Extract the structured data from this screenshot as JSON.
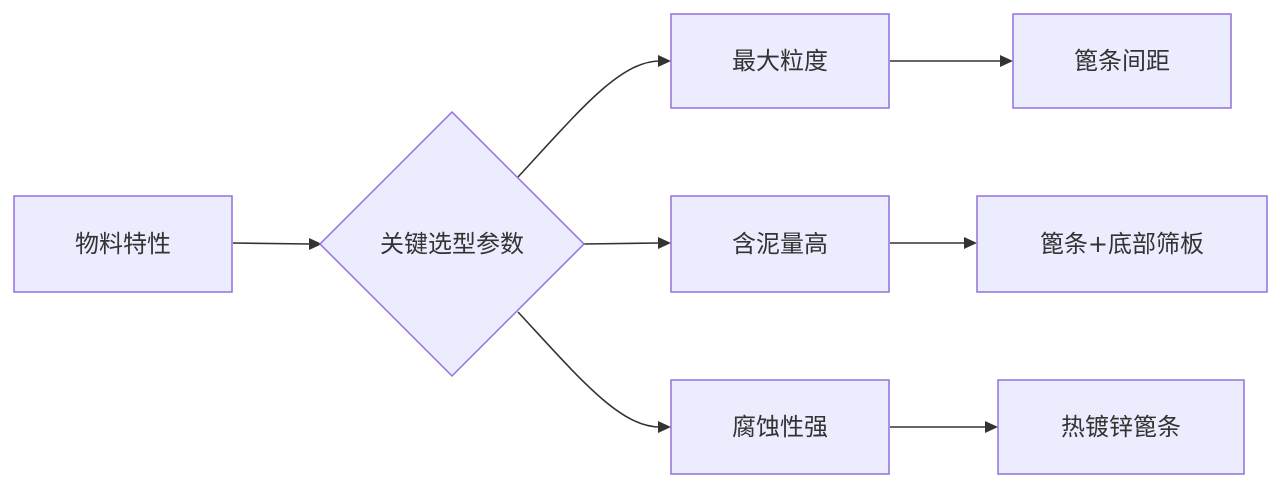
{
  "nodes": {
    "material_properties": "物料特性",
    "key_parameters": "关键选型参数",
    "max_granularity": "最大粒度",
    "grate_spacing": "篦条间距",
    "high_mud_content": "含泥量高",
    "grate_and_bottom_screen": "篦条+底部筛板",
    "strong_corrosion": "腐蚀性强",
    "galvanized_grate": "热镀锌篦条"
  },
  "colors": {
    "node_fill": "#ECECFF",
    "node_stroke": "#9370DB",
    "edge": "#333333",
    "text": "#333333"
  }
}
